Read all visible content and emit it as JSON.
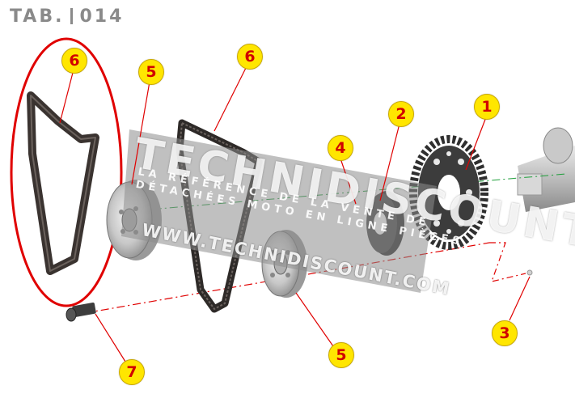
{
  "header": {
    "tab_label": "TAB.",
    "tab_number": "014"
  },
  "callouts": [
    {
      "id": "c1",
      "label": "1"
    },
    {
      "id": "c2",
      "label": "2"
    },
    {
      "id": "c3",
      "label": "3"
    },
    {
      "id": "c4",
      "label": "4"
    },
    {
      "id": "c5a",
      "label": "5"
    },
    {
      "id": "c5b",
      "label": "5"
    },
    {
      "id": "c6a",
      "label": "6"
    },
    {
      "id": "c6b",
      "label": "6"
    },
    {
      "id": "c7",
      "label": "7"
    }
  ],
  "watermark": {
    "brand": "TECHNIDISCOUNT",
    "tagline_1": "LA RÉFÉRENCE DE LA VENTE DE",
    "tagline_2": "DÉTACHÉES MOTO EN LIGNE PIÈCES",
    "url": "WWW.TECHNIDISCOUNT.COM"
  },
  "colors": {
    "callout_fill": "#ffe600",
    "callout_text": "#d10000",
    "leader_line": "#e00000",
    "highlight_ellipse": "#e00000",
    "belt": "#3a3330",
    "title_gray": "#8a8a8a",
    "watermark_band": "#8c8c8c"
  }
}
